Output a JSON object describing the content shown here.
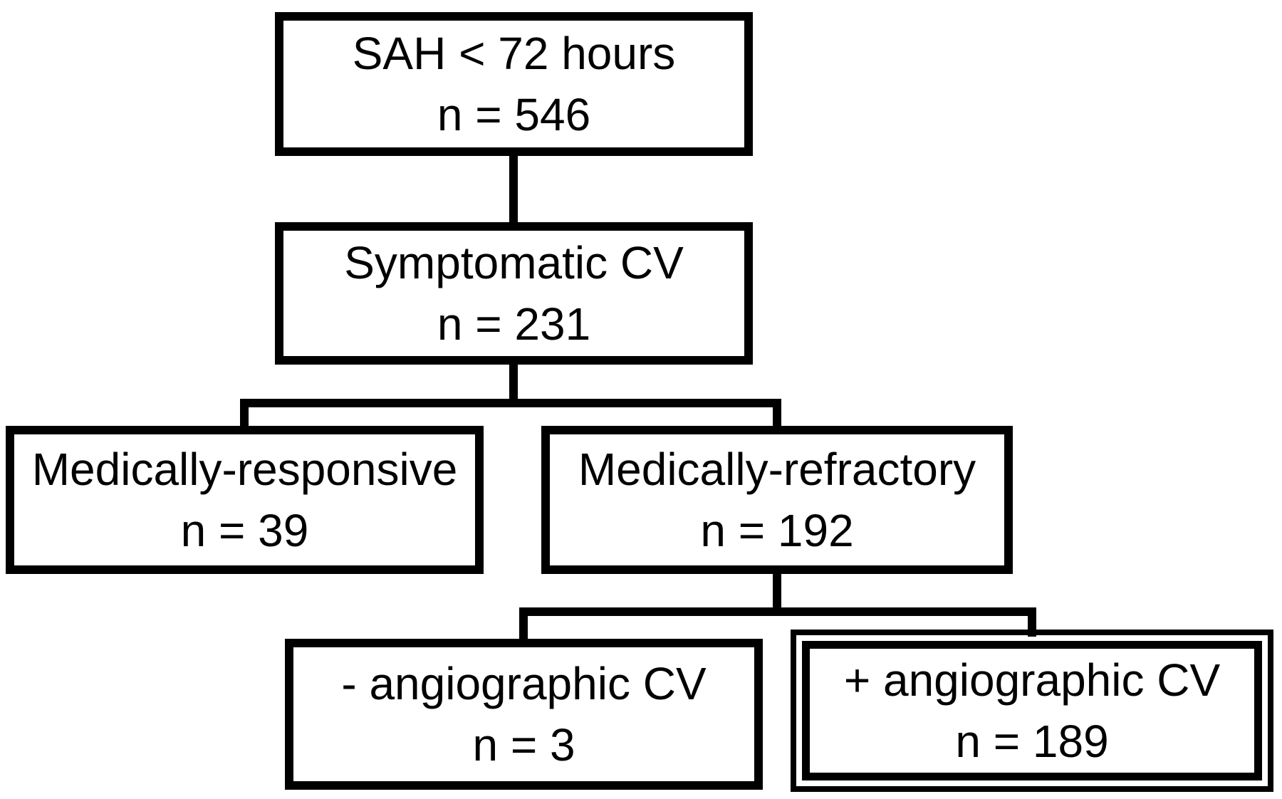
{
  "diagram": {
    "type": "flowchart",
    "nodes": {
      "sah": {
        "label": "SAH < 72 hours",
        "count": "n = 546",
        "border": "single"
      },
      "symptomatic_cv": {
        "label": "Symptomatic CV",
        "count": "n = 231",
        "border": "single"
      },
      "medically_responsive": {
        "label": "Medically-responsive",
        "count": "n = 39",
        "border": "single"
      },
      "medically_refractory": {
        "label": "Medically-refractory",
        "count": "n = 192",
        "border": "single"
      },
      "angiographic_cv_negative": {
        "label": "- angiographic CV",
        "count": "n = 3",
        "border": "single"
      },
      "angiographic_cv_positive": {
        "label": "+ angiographic CV",
        "count": "n = 189",
        "border": "double"
      }
    },
    "edges": [
      {
        "from": "sah",
        "to": "symptomatic_cv"
      },
      {
        "from": "symptomatic_cv",
        "to": "medically_responsive"
      },
      {
        "from": "symptomatic_cv",
        "to": "medically_refractory"
      },
      {
        "from": "medically_refractory",
        "to": "angiographic_cv_negative"
      },
      {
        "from": "medically_refractory",
        "to": "angiographic_cv_positive"
      }
    ],
    "colors": {
      "line": "#000000",
      "box_border": "#000000",
      "text": "#000000",
      "background": "#ffffff"
    }
  }
}
